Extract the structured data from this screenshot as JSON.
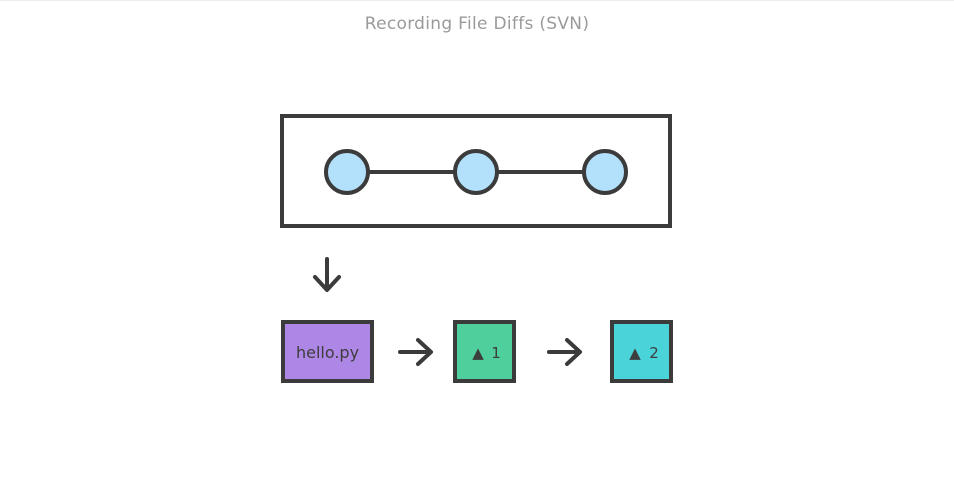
{
  "title": "Recording File Diffs (SVN)",
  "colors": {
    "stroke": "#3b3b3b",
    "node_fill": "#b3e0fb",
    "file_fill": "#ad86e6",
    "delta1_fill": "#4ecf9c",
    "delta2_fill": "#4ad4da"
  },
  "history": {
    "nodes": [
      "node-1",
      "node-2",
      "node-3"
    ]
  },
  "file": {
    "label": "hello.py"
  },
  "deltas": [
    {
      "symbol": "▲",
      "number": "1"
    },
    {
      "symbol": "▲",
      "number": "2"
    }
  ],
  "icons": [
    "arrow-down-icon",
    "arrow-right-icon",
    "arrow-right-icon",
    "delta-icon",
    "delta-icon"
  ]
}
